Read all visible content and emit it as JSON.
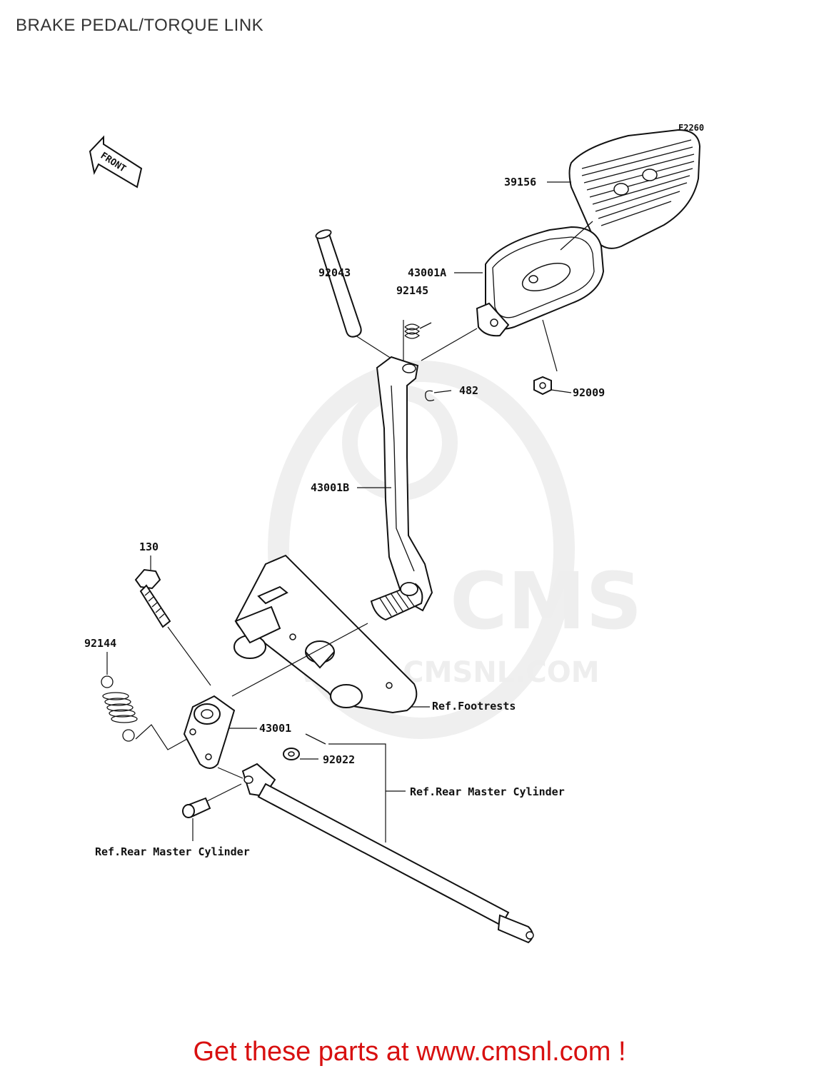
{
  "page": {
    "title": "BRAKE PEDAL/TORQUE LINK",
    "promo": "Get these parts at www.cmsnl.com !"
  },
  "diagram": {
    "figure_code": "F2260",
    "front_label": "FRONT",
    "watermark": {
      "logo": "CMS",
      "url": "WWW.CMSNL.COM"
    },
    "callouts": {
      "pedal_pad": "39156",
      "pedal_a": "43001A",
      "pin": "92043",
      "spring_small": "92145",
      "clip": "482",
      "nut": "92009",
      "pedal_b": "43001B",
      "bolt": "130",
      "spring_large": "92144",
      "pedal_arm": "43001",
      "washer": "92022",
      "ref_footrests": "Ref.Footrests",
      "ref_master_right": "Ref.Rear Master Cylinder",
      "ref_master_bottom": "Ref.Rear Master Cylinder"
    }
  }
}
